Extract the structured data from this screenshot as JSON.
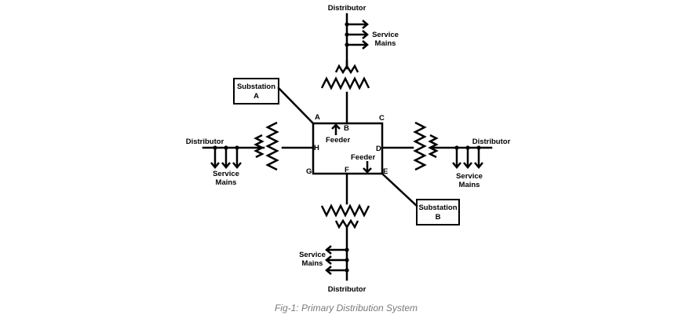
{
  "diagram": {
    "corner_labels": {
      "A": "A",
      "B": "B",
      "C": "C",
      "D": "D",
      "E": "E",
      "F": "F",
      "G": "G",
      "H": "H"
    },
    "feeder_label": "Feeder",
    "distributor_label": "Distributor",
    "service_mains_line1": "Service",
    "service_mains_line2": "Mains",
    "substation_a": {
      "line1": "Substation",
      "line2": "A"
    },
    "substation_b": {
      "line1": "Substation",
      "line2": "B"
    }
  },
  "caption": "Fig-1: Primary Distribution System"
}
